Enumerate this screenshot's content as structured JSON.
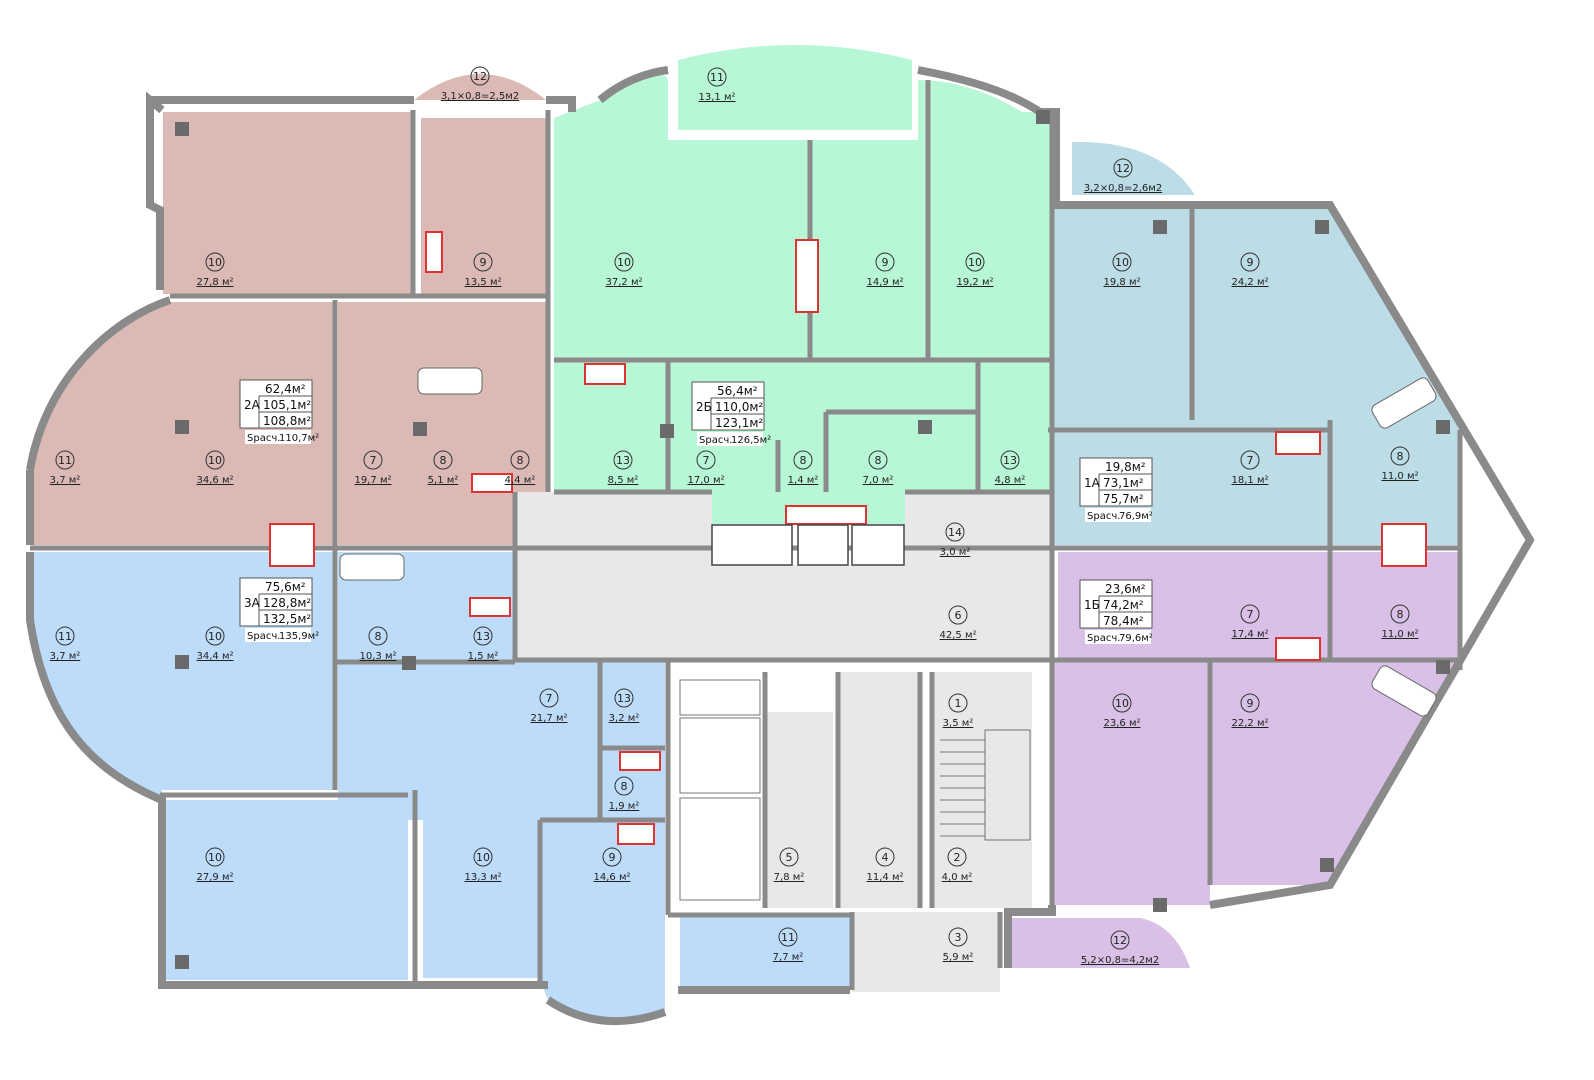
{
  "colors": {
    "2A": "#dbbab6",
    "3A": "#bcdcfa",
    "2B": "#b8f7d6",
    "1A": "#bcdce6",
    "1B": "#d8c0e6",
    "common": "#e8e8e8",
    "wall": "#8a8a8a"
  },
  "rooms": [
    {
      "id": "r2a-12",
      "num": "12",
      "area": "3,1×0,8=2,5м2"
    },
    {
      "id": "r2a-10a",
      "num": "10",
      "area": "27,8 м²"
    },
    {
      "id": "r2a-9",
      "num": "9",
      "area": "13,5 м²"
    },
    {
      "id": "r2a-10b",
      "num": "10",
      "area": "34,6 м²"
    },
    {
      "id": "r2a-11",
      "num": "11",
      "area": "3,7 м²"
    },
    {
      "id": "r2a-7",
      "num": "7",
      "area": "19,7 м²"
    },
    {
      "id": "r2a-8a",
      "num": "8",
      "area": "5,1 м²"
    },
    {
      "id": "r2a-8b",
      "num": "8",
      "area": "4,4 м²"
    },
    {
      "id": "r2b-11",
      "num": "11",
      "area": "13,1 м²"
    },
    {
      "id": "r2b-10a",
      "num": "10",
      "area": "37,2 м²"
    },
    {
      "id": "r2b-9",
      "num": "9",
      "area": "14,9 м²"
    },
    {
      "id": "r2b-10b",
      "num": "10",
      "area": "19,2 м²"
    },
    {
      "id": "r2b-13a",
      "num": "13",
      "area": "8,5 м²"
    },
    {
      "id": "r2b-7",
      "num": "7",
      "area": "17,0 м²"
    },
    {
      "id": "r2b-8a",
      "num": "8",
      "area": "1,4 м²"
    },
    {
      "id": "r2b-8b",
      "num": "8",
      "area": "7,0 м²"
    },
    {
      "id": "r2b-13b",
      "num": "13",
      "area": "4,8 м²"
    },
    {
      "id": "r1a-12",
      "num": "12",
      "area": "3,2×0,8=2,6м2"
    },
    {
      "id": "r1a-10",
      "num": "10",
      "area": "19,8 м²"
    },
    {
      "id": "r1a-9",
      "num": "9",
      "area": "24,2 м²"
    },
    {
      "id": "r1a-7",
      "num": "7",
      "area": "18,1 м²"
    },
    {
      "id": "r1a-8",
      "num": "8",
      "area": "11,0 м²"
    },
    {
      "id": "c-14",
      "num": "14",
      "area": "3,0 м²"
    },
    {
      "id": "c-6",
      "num": "6",
      "area": "42,5 м²"
    },
    {
      "id": "r3a-11",
      "num": "11",
      "area": "3,7 м²"
    },
    {
      "id": "r3a-10a",
      "num": "10",
      "area": "34,4 м²"
    },
    {
      "id": "r3a-8a",
      "num": "8",
      "area": "10,3 м²"
    },
    {
      "id": "r3a-13a",
      "num": "13",
      "area": "1,5 м²"
    },
    {
      "id": "r3a-7",
      "num": "7",
      "area": "21,7 м²"
    },
    {
      "id": "r3a-13b",
      "num": "13",
      "area": "3,2 м²"
    },
    {
      "id": "r3a-8b",
      "num": "8",
      "area": "1,9 м²"
    },
    {
      "id": "r3a-10b",
      "num": "10",
      "area": "27,9 м²"
    },
    {
      "id": "r3a-10c",
      "num": "10",
      "area": "13,3 м²"
    },
    {
      "id": "r3a-9",
      "num": "9",
      "area": "14,6 м²"
    },
    {
      "id": "r3a-11b",
      "num": "11",
      "area": "7,7 м²"
    },
    {
      "id": "c-5",
      "num": "5",
      "area": "7,8 м²"
    },
    {
      "id": "c-4",
      "num": "4",
      "area": "11,4 м²"
    },
    {
      "id": "c-1",
      "num": "1",
      "area": "3,5 м²"
    },
    {
      "id": "c-2",
      "num": "2",
      "area": "4,0 м²"
    },
    {
      "id": "c-3",
      "num": "3",
      "area": "5,9 м²"
    },
    {
      "id": "r1b-7",
      "num": "7",
      "area": "17,4 м²"
    },
    {
      "id": "r1b-8",
      "num": "8",
      "area": "11,0 м²"
    },
    {
      "id": "r1b-10",
      "num": "10",
      "area": "23,6 м²"
    },
    {
      "id": "r1b-9",
      "num": "9",
      "area": "22,2 м²"
    },
    {
      "id": "r1b-12",
      "num": "12",
      "area": "5,2×0,8=4,2м2"
    }
  ],
  "apartments": [
    {
      "id": "2A",
      "name": "2А",
      "living": "62,4м²",
      "total": "105,1м²",
      "full": "108,8м²",
      "calc_label": "Sрасч.",
      "calc": "110,7м²"
    },
    {
      "id": "2B",
      "name": "2Б",
      "living": "56,4м²",
      "total": "110,0м²",
      "full": "123,1м²",
      "calc_label": "Sрасч.",
      "calc": "126,5м²"
    },
    {
      "id": "1A",
      "name": "1А",
      "living": "19,8м²",
      "total": "73,1м²",
      "full": "75,7м²",
      "calc_label": "Sрасч.",
      "calc": "76,9м²"
    },
    {
      "id": "3A",
      "name": "3А",
      "living": "75,6м²",
      "total": "128,8м²",
      "full": "132,5м²",
      "calc_label": "Sрасч.",
      "calc": "135,9м²"
    },
    {
      "id": "1B",
      "name": "1Б",
      "living": "23,6м²",
      "total": "74,2м²",
      "full": "78,4м²",
      "calc_label": "Sрасч.",
      "calc": "79,6м²"
    }
  ]
}
